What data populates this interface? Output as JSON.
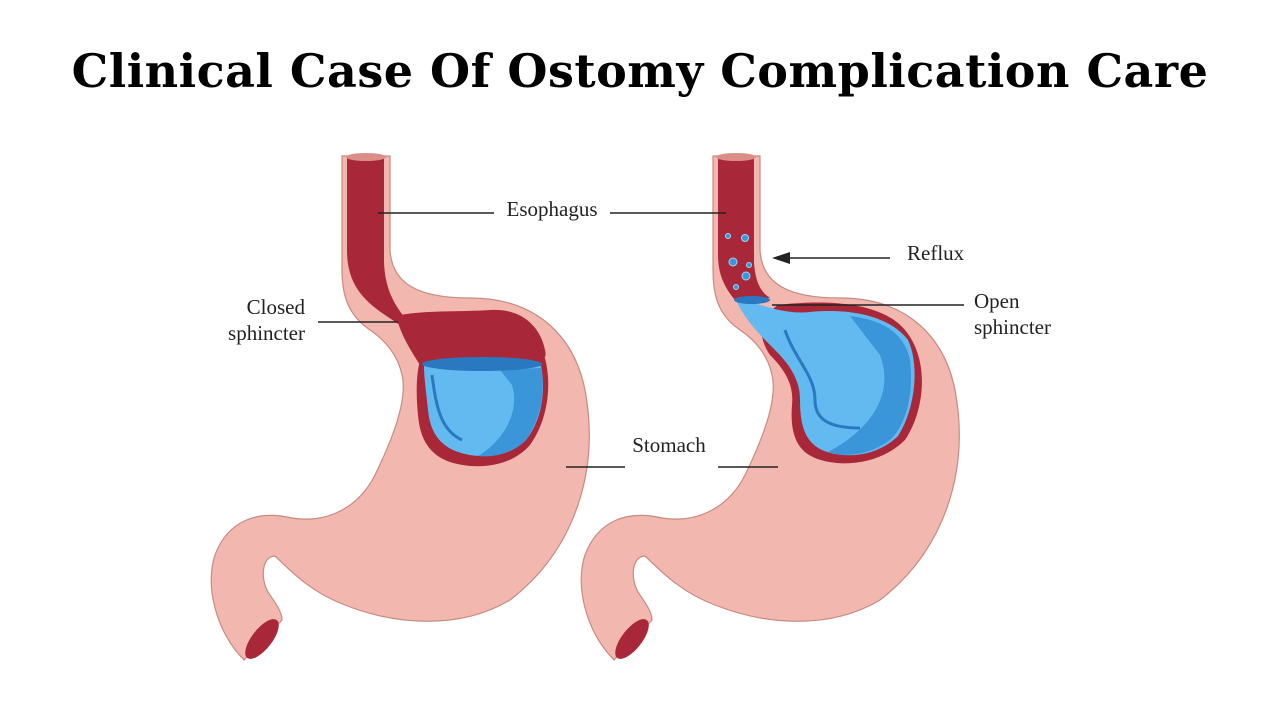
{
  "title": "Clinical Case Of Ostomy Complication Care",
  "labels": {
    "esophagus": "Esophagus",
    "closed_sphincter_line1": "Closed",
    "closed_sphincter_line2": "sphincter",
    "reflux": "Reflux",
    "open_sphincter_line1": "Open",
    "open_sphincter_line2": "sphincter",
    "stomach": "Stomach"
  },
  "colors": {
    "stomach_outer": "#f2b8b0",
    "stomach_outline": "#c98a80",
    "stomach_wall": "#a8283a",
    "acid_light": "#62baf0",
    "acid_dark": "#3a96d8",
    "acid_line": "#2a78c0"
  }
}
